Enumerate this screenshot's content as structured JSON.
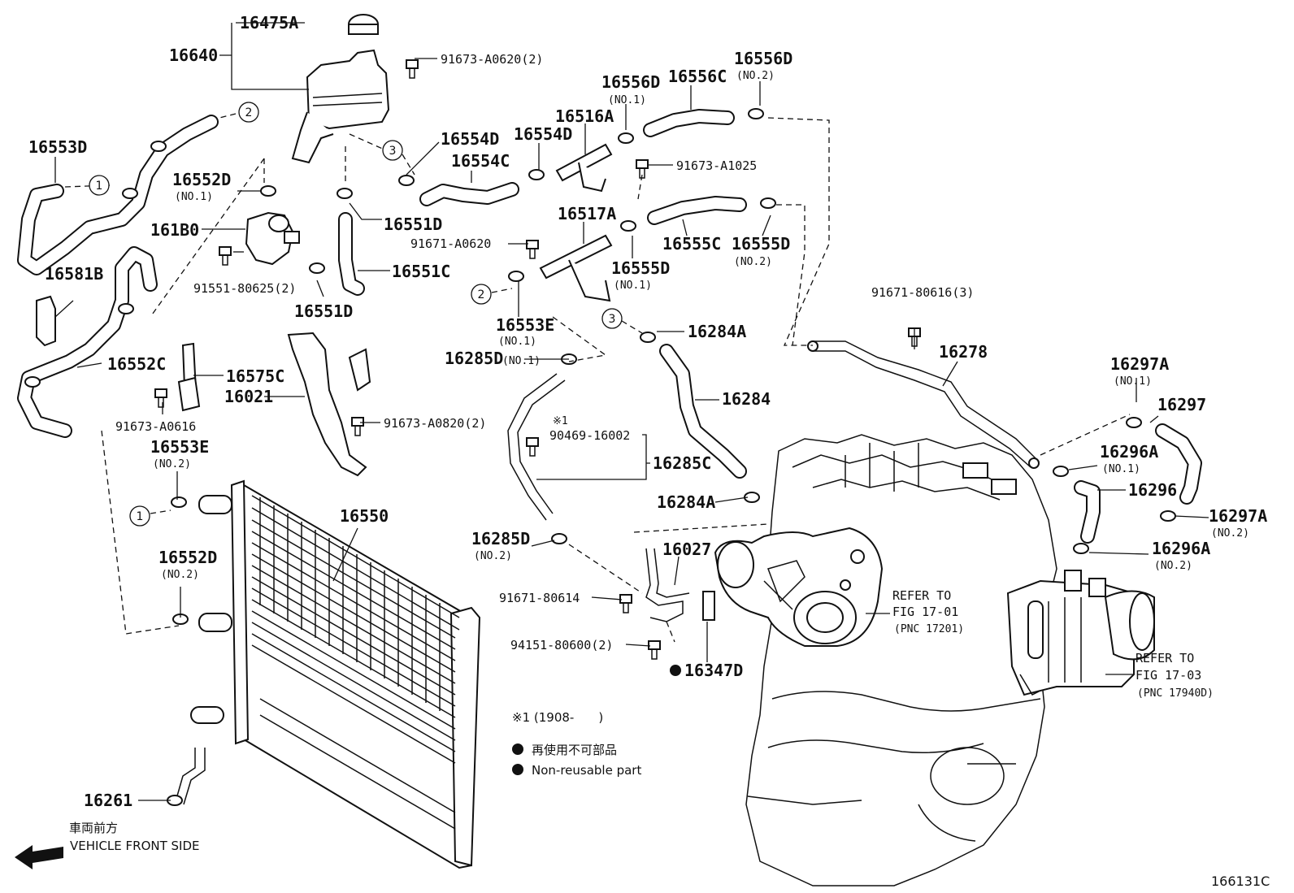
{
  "diagram_id": "166131C",
  "labels": {
    "p16475A": "16475A",
    "p16640": "16640",
    "p91673_A0620": "91673-A0620(2)",
    "p16553D": "16553D",
    "p16552D_1": "16552D",
    "p16552D_1_sub": "(NO.1)",
    "p161B0": "161B0",
    "p16581B": "16581B",
    "p91551": "91551-80625(2)",
    "p16551D_a": "16551D",
    "p16551C": "16551C",
    "p16551D_b": "16551D",
    "p16554D_a": "16554D",
    "p16554C": "16554C",
    "p16554D_b": "16554D",
    "p16516A": "16516A",
    "p16556D_1": "16556D",
    "p16556D_1_sub": "(NO.1)",
    "p16556C": "16556C",
    "p16556D_2": "16556D",
    "p16556D_2_sub": "(NO.2)",
    "p91673_A1025": "91673-A1025",
    "p16517A": "16517A",
    "p91671_A0620": "91671-A0620",
    "p16555D_1": "16555D",
    "p16555D_1_sub": "(NO.1)",
    "p16555C": "16555C",
    "p16555D_2": "16555D",
    "p16555D_2_sub": "(NO.2)",
    "p16553E_1": "16553E",
    "p16553E_1_sub": "(NO.1)",
    "p16552C": "16552C",
    "p16575C": "16575C",
    "p16021": "16021",
    "p91673_A0616": "91673-A0616",
    "p91673_A0820": "91673-A0820(2)",
    "p16553E_2": "16553E",
    "p16553E_2_sub": "(NO.2)",
    "p16284A_a": "16284A",
    "p16285D_1": "16285D",
    "p16285D_1_sub": "(NO.1)",
    "p16284": "16284",
    "mark1": "※1",
    "p90469": "90469-16002",
    "p16285C": "16285C",
    "p16284A_b": "16284A",
    "p16285D_2": "16285D",
    "p16285D_2_sub": "(NO.2)",
    "p16027": "16027",
    "p91671_80614": "91671-80614",
    "p94151": "94151-80600(2)",
    "p16347D": "16347D",
    "p16550": "16550",
    "p16552D_2": "16552D",
    "p16552D_2_sub": "(NO.2)",
    "p16261": "16261",
    "p91671_80616": "91671-80616(3)",
    "p16278": "16278",
    "p16297A_1": "16297A",
    "p16297A_1_sub": "(NO.1)",
    "p16297": "16297",
    "p16296A_1": "16296A",
    "p16296A_1_sub": "(NO.1)",
    "p16296": "16296",
    "p16297A_2": "16297A",
    "p16297A_2_sub": "(NO.2)",
    "p16296A_2": "16296A",
    "p16296A_2_sub": "(NO.2)",
    "refer1_a": "REFER TO",
    "refer1_b": "FIG 17-01",
    "refer1_c": "(PNC 17201)",
    "refer2_a": "REFER TO",
    "refer2_b": "FIG 17-03",
    "refer2_c": "(PNC 17940D)"
  },
  "circles": [
    "1",
    "2",
    "3"
  ],
  "notes": {
    "footnote": "※1 (1908-　　)",
    "jp_nonreusable": "再使用不可部品",
    "en_nonreusable": "Non-reusable part",
    "jp_front": "車両前方",
    "en_front": "VEHICLE FRONT SIDE"
  }
}
